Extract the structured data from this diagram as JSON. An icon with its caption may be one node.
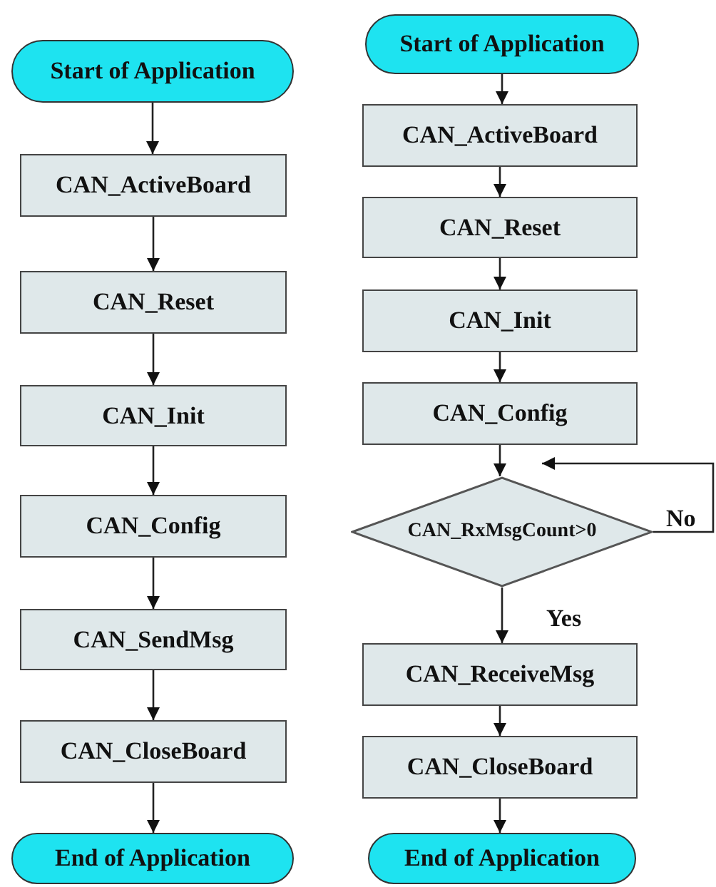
{
  "diagram": {
    "nodes": [
      {
        "text": [
          "Start of Application"
        ]
      },
      {
        "text": [
          "CAN_ActiveBoard"
        ]
      },
      {
        "text": [
          "CAN_Reset"
        ]
      },
      {
        "text": [
          "CAN_Init"
        ]
      },
      {
        "text": [
          "CAN_Config"
        ]
      },
      {
        "text": [
          "CAN_SendMsg"
        ]
      },
      {
        "text": [
          "CAN_CloseBoard"
        ]
      },
      {
        "text": [
          "End of Application"
        ]
      },
      {
        "text": [
          "Start of Application"
        ]
      },
      {
        "text": [
          "CAN_ActiveBoard"
        ]
      },
      {
        "text": [
          "CAN_Reset"
        ]
      },
      {
        "text": [
          "CAN_Init"
        ]
      },
      {
        "text": [
          "CAN_Config"
        ]
      },
      {
        "text": [
          "CAN_RxMsgCount>0"
        ]
      },
      {
        "text": [
          "CAN_ReceiveMsg"
        ]
      },
      {
        "text": [
          "CAN_CloseBoard"
        ]
      },
      {
        "text": [
          "End of Application"
        ]
      }
    ],
    "edges": [
      {
        "from": 0,
        "to": 1,
        "arrow": "to"
      },
      {
        "from": 1,
        "to": 2,
        "arrow": "to"
      },
      {
        "from": 2,
        "to": 3,
        "arrow": "to"
      },
      {
        "from": 3,
        "to": 4,
        "arrow": "to"
      },
      {
        "from": 4,
        "to": 5,
        "arrow": "to"
      },
      {
        "from": 5,
        "to": 6,
        "arrow": "to"
      },
      {
        "from": 6,
        "to": 7,
        "arrow": "to"
      },
      {
        "from": 8,
        "to": 9,
        "arrow": "to"
      },
      {
        "from": 9,
        "to": 10,
        "arrow": "to"
      },
      {
        "from": 10,
        "to": 11,
        "arrow": "to"
      },
      {
        "from": 11,
        "to": 12,
        "arrow": "to"
      },
      {
        "from": 12,
        "to": 13,
        "arrow": "to"
      },
      {
        "from": 13,
        "to": 14,
        "arrow": "to",
        "label": "Yes"
      },
      {
        "from": 14,
        "to": 15,
        "arrow": "to"
      },
      {
        "from": 15,
        "to": 16,
        "arrow": "to"
      },
      {
        "from": 13,
        "to": 13,
        "arrow": "to",
        "label": "No"
      }
    ]
  }
}
